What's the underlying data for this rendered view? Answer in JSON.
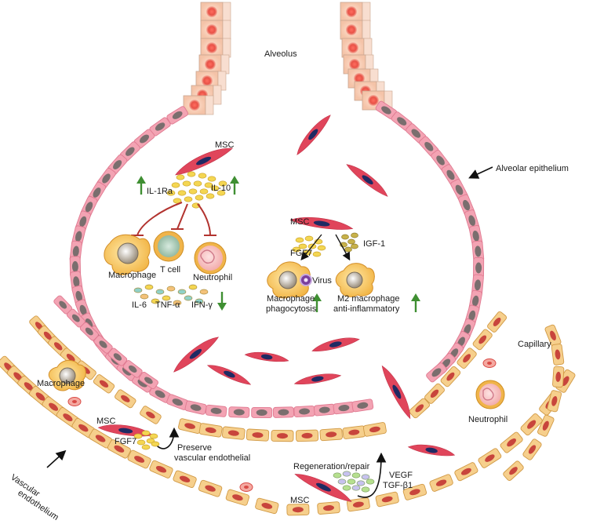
{
  "labels": {
    "alveolus": "Alveolus",
    "alveolar_epithelium": "Alveolar epithelium",
    "msc_top": "MSC",
    "il1ra": "IL-1Ra",
    "il10": "IL-10",
    "macrophage_left": "Macrophage",
    "t_cell": "T cell",
    "neutrophil_inner": "Neutrophil",
    "il6": "IL-6",
    "tnf": "TNF-α",
    "ifn": "IFN-γ",
    "msc_mid": "MSC",
    "igf1": "IGF-1",
    "fgf7_mid": "FGF7",
    "virus": "Virus",
    "mac_phago_1": "Macrophage",
    "mac_phago_2": "phagocytosis",
    "m2_1": "M2 macrophage",
    "m2_2": "anti-inflammatory",
    "capillary": "Capillary",
    "neutrophil_vessel": "Neutrophil",
    "macrophage_vessel": "Macrophage",
    "msc_vessel": "MSC",
    "fgf7_vessel": "FGF7",
    "preserve_1": "Preserve",
    "preserve_2": "vascular endothelial",
    "vascular_1": "Vascular",
    "vascular_2": "endothelium",
    "regen": "Regeneration/repair",
    "vegf": "VEGF",
    "tgf": "TGF-β1",
    "msc_bottom": "MSC"
  },
  "colors": {
    "epithelium": "#f3a3b3",
    "epithelium_nucleus": "#7a6e6e",
    "endothelium": "#f6cf8c",
    "endothelium_nucleus": "#c8453c",
    "msc": "#e0455b",
    "msc_nucleus": "#1f2a63",
    "up_arrow": "#3f8f32",
    "inhibit": "#b2332f"
  }
}
